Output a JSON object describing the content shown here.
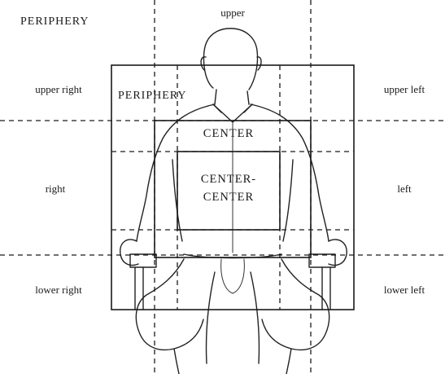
{
  "labels": {
    "periphery_outer": "PERIPHERY",
    "periphery_inner": "PERIPHERY",
    "upper": "upper",
    "upper_right": "upper right",
    "upper_left": "upper left",
    "right": "right",
    "left": "left",
    "lower_right": "lower right",
    "lower_left": "lower left",
    "center": "CENTER",
    "center_center_line1": "CENTER-",
    "center_center_line2": "CENTER"
  }
}
